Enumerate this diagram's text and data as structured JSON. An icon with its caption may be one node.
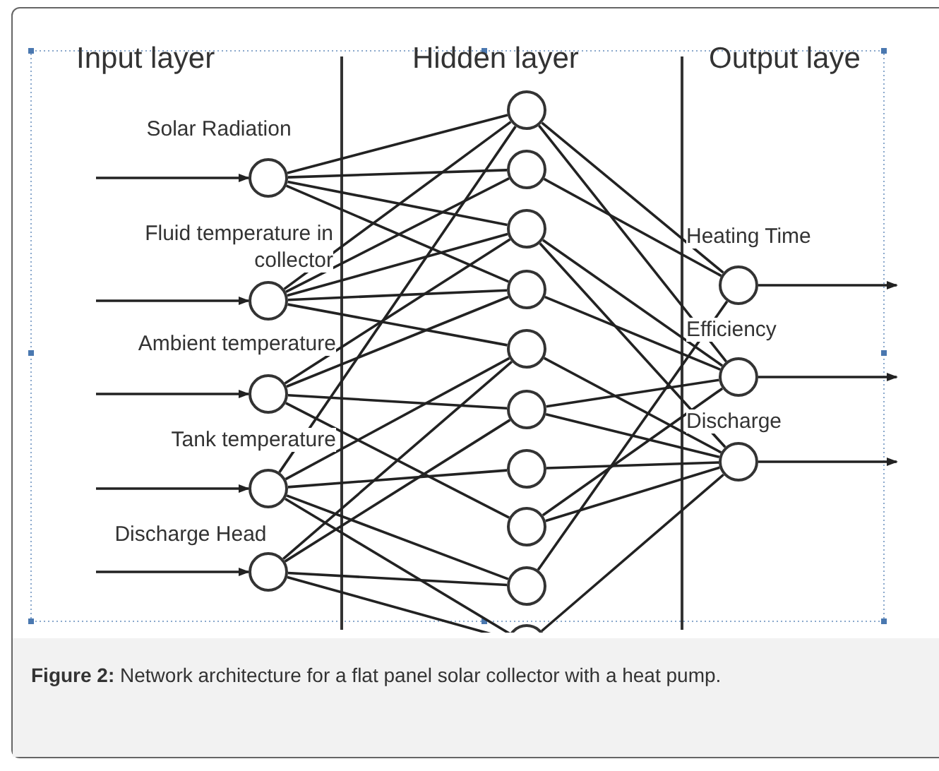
{
  "diagram": {
    "caption": "**Figure 2:** Network architecture for a flat panel solar collector with a heat pump.",
    "nodes": [
      {
        "text": [],
        "shape": "circle",
        "beside": [
          "Solar Radiation"
        ]
      },
      {
        "text": [],
        "shape": "circle",
        "beside": [
          "Fluid temperature in collector"
        ]
      },
      {
        "text": [],
        "shape": "circle",
        "beside": [
          "Ambient temperature"
        ]
      },
      {
        "text": [],
        "shape": "circle",
        "beside": [
          "Tank temperature"
        ]
      },
      {
        "text": [],
        "shape": "circle",
        "beside": [
          "Discharge Head"
        ]
      },
      {
        "text": [],
        "shape": "circle"
      },
      {
        "text": [],
        "shape": "circle"
      },
      {
        "text": [],
        "shape": "circle"
      },
      {
        "text": [],
        "shape": "circle"
      },
      {
        "text": [],
        "shape": "circle"
      },
      {
        "text": [],
        "shape": "circle"
      },
      {
        "text": [],
        "shape": "circle"
      },
      {
        "text": [],
        "shape": "circle"
      },
      {
        "text": [],
        "shape": "circle"
      },
      {
        "text": [],
        "shape": "circle"
      },
      {
        "text": [],
        "shape": "circle",
        "beside": [
          "Heating Time"
        ]
      },
      {
        "text": [],
        "shape": "circle",
        "beside": [
          "Efficiency"
        ]
      },
      {
        "text": [],
        "shape": "circle",
        "beside": [
          "Discharge"
        ]
      }
    ],
    "edges": [
      {
        "from": null,
        "to": 0,
        "arrow": "to"
      },
      {
        "from": null,
        "to": 1,
        "arrow": "to"
      },
      {
        "from": null,
        "to": 2,
        "arrow": "to"
      },
      {
        "from": null,
        "to": 3,
        "arrow": "to"
      },
      {
        "from": null,
        "to": 4,
        "arrow": "to"
      },
      {
        "from": 0,
        "to": 5,
        "arrow": "none"
      },
      {
        "from": 0,
        "to": 6,
        "arrow": "none"
      },
      {
        "from": 0,
        "to": 7,
        "arrow": "none"
      },
      {
        "from": 0,
        "to": 8,
        "arrow": "none"
      },
      {
        "from": 1,
        "to": 5,
        "arrow": "none"
      },
      {
        "from": 1,
        "to": 6,
        "arrow": "none"
      },
      {
        "from": 1,
        "to": 7,
        "arrow": "none"
      },
      {
        "from": 1,
        "to": 8,
        "arrow": "none"
      },
      {
        "from": 1,
        "to": 9,
        "arrow": "none"
      },
      {
        "from": 2,
        "to": 7,
        "arrow": "none"
      },
      {
        "from": 2,
        "to": 8,
        "arrow": "none"
      },
      {
        "from": 2,
        "to": 10,
        "arrow": "none"
      },
      {
        "from": 2,
        "to": 12,
        "arrow": "none"
      },
      {
        "from": 3,
        "to": 5,
        "arrow": "none"
      },
      {
        "from": 3,
        "to": 9,
        "arrow": "none"
      },
      {
        "from": 3,
        "to": 11,
        "arrow": "none"
      },
      {
        "from": 3,
        "to": 13,
        "arrow": "none"
      },
      {
        "from": 3,
        "to": 14,
        "arrow": "none"
      },
      {
        "from": 4,
        "to": 9,
        "arrow": "none"
      },
      {
        "from": 4,
        "to": 10,
        "arrow": "none"
      },
      {
        "from": 4,
        "to": 13,
        "arrow": "none"
      },
      {
        "from": 4,
        "to": 14,
        "arrow": "none"
      },
      {
        "from": 5,
        "to": 15,
        "arrow": "none"
      },
      {
        "from": 5,
        "to": 16,
        "arrow": "none"
      },
      {
        "from": 6,
        "to": 15,
        "arrow": "none"
      },
      {
        "from": 7,
        "to": 16,
        "arrow": "none"
      },
      {
        "from": 7,
        "to": 17,
        "arrow": "none"
      },
      {
        "from": 8,
        "to": 16,
        "arrow": "none"
      },
      {
        "from": 9,
        "to": 17,
        "arrow": "none"
      },
      {
        "from": 10,
        "to": 16,
        "arrow": "none"
      },
      {
        "from": 10,
        "to": 17,
        "arrow": "none"
      },
      {
        "from": 11,
        "to": 17,
        "arrow": "none"
      },
      {
        "from": 12,
        "to": 16,
        "arrow": "none"
      },
      {
        "from": 12,
        "to": 17,
        "arrow": "none"
      },
      {
        "from": 13,
        "to": 15,
        "arrow": "none"
      },
      {
        "from": 14,
        "to": 17,
        "arrow": "none"
      },
      {
        "from": 15,
        "to": null,
        "arrow": "to"
      },
      {
        "from": 16,
        "to": null,
        "arrow": "to"
      },
      {
        "from": 17,
        "to": null,
        "arrow": "to"
      }
    ],
    "labels": [
      "Input layer",
      "Hidden layer",
      "Output laye"
    ]
  }
}
